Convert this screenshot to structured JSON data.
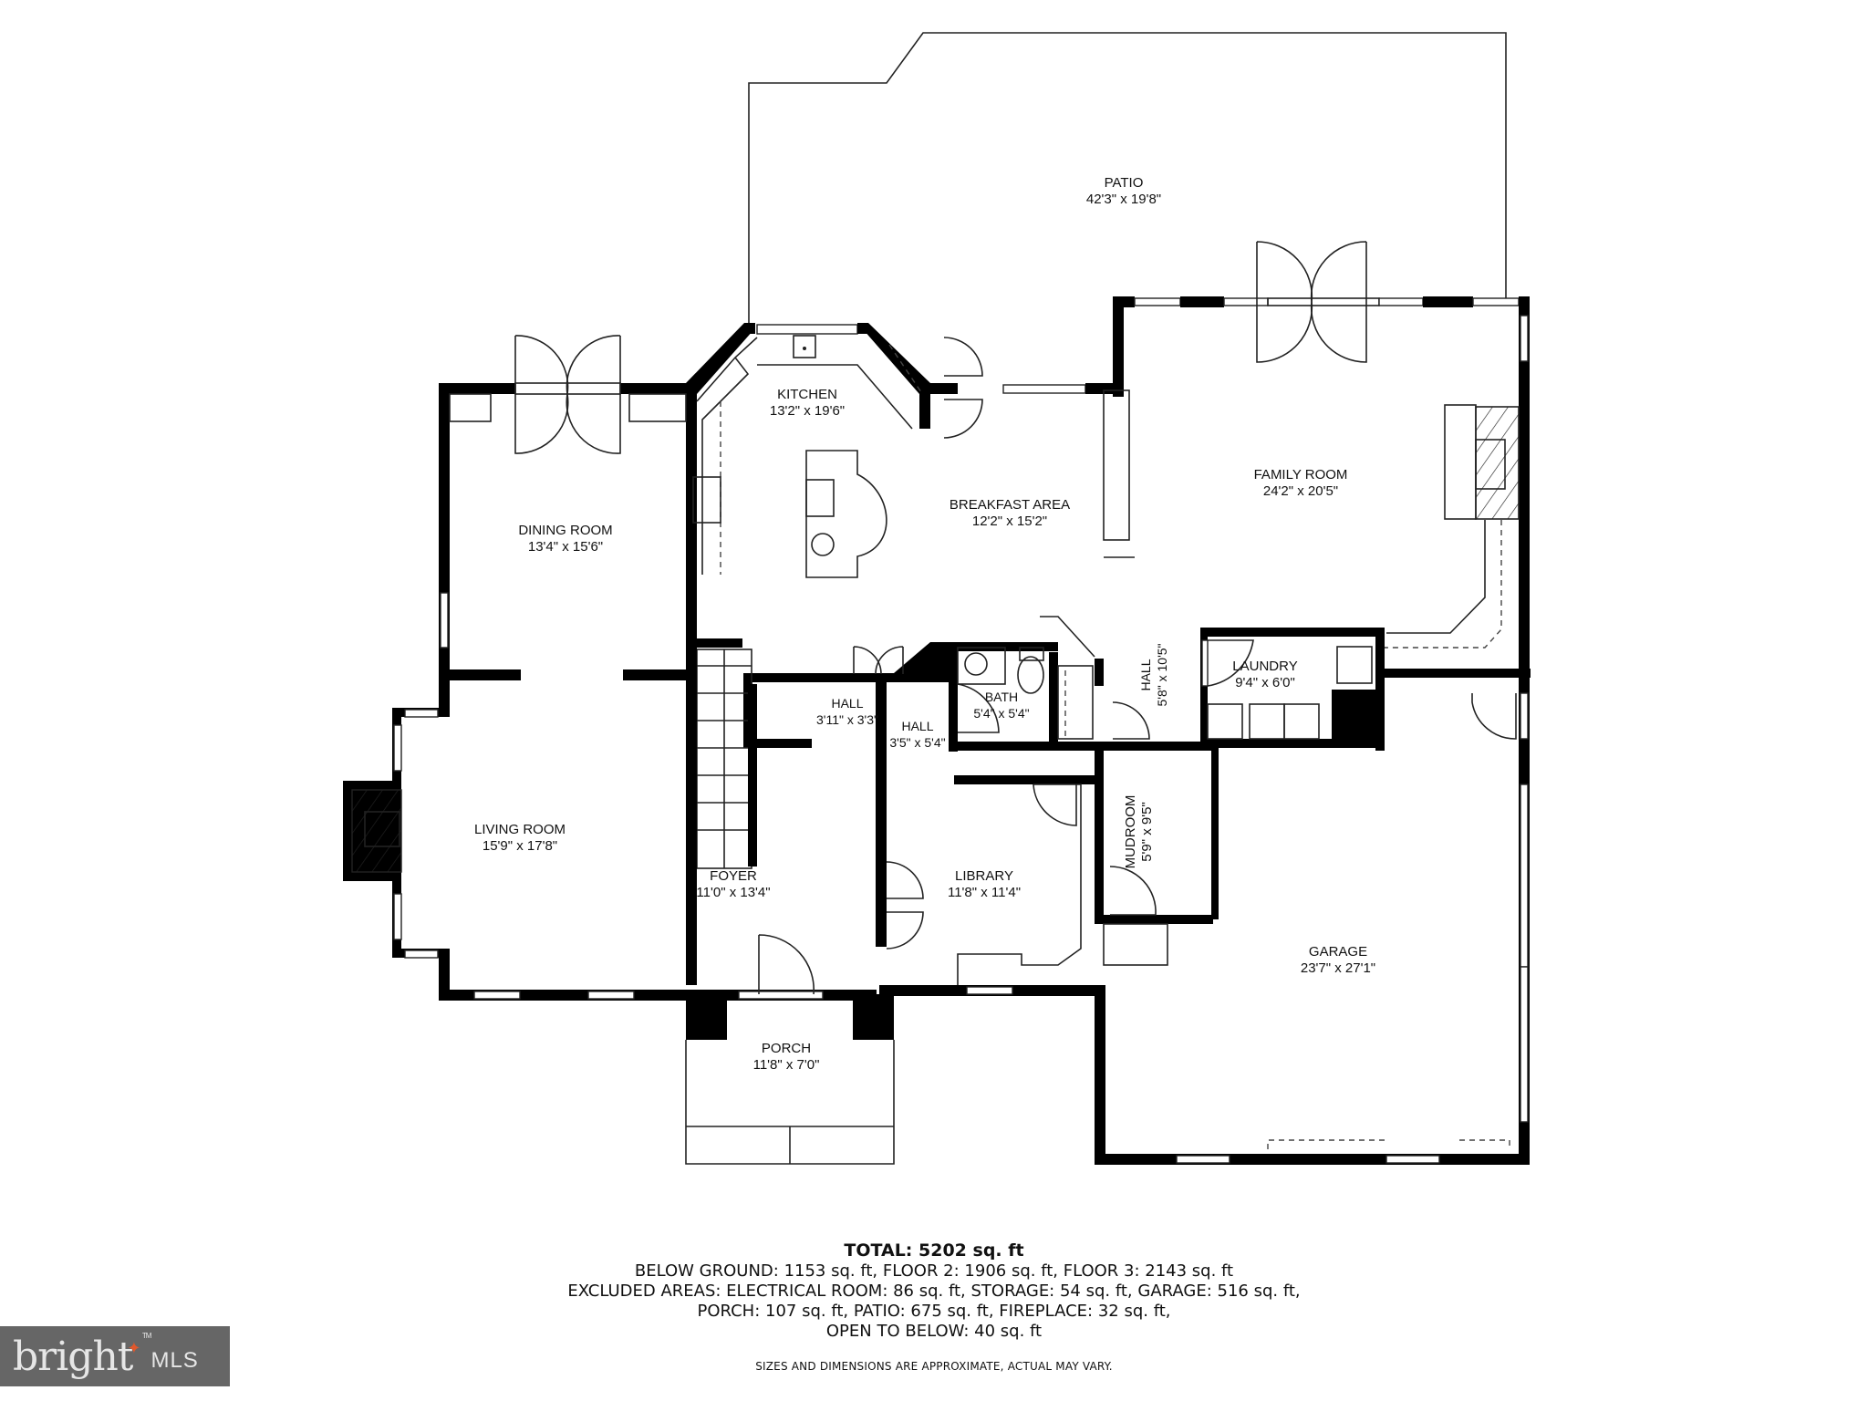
{
  "rooms": {
    "patio": {
      "name": "PATIO",
      "dim": "42'3\" x 19'8\""
    },
    "kitchen": {
      "name": "KITCHEN",
      "dim": "13'2\" x 19'6\""
    },
    "breakfast": {
      "name": "BREAKFAST AREA",
      "dim": "12'2\" x 15'2\""
    },
    "family": {
      "name": "FAMILY ROOM",
      "dim": "24'2\" x 20'5\""
    },
    "dining": {
      "name": "DINING ROOM",
      "dim": "13'4\" x 15'6\""
    },
    "laundry": {
      "name": "LAUNDRY",
      "dim": "9'4\" x 6'0\""
    },
    "hall1": {
      "name": "HALL",
      "dim": "3'11\" x 3'3\""
    },
    "hall2": {
      "name": "HALL",
      "dim": "3'5\" x 5'4\""
    },
    "bath": {
      "name": "BATH",
      "dim": "5'4\" x 5'4\""
    },
    "hall3": {
      "name": "HALL",
      "dim": "5'8\" x 10'5\""
    },
    "living": {
      "name": "LIVING ROOM",
      "dim": "15'9\" x 17'8\""
    },
    "foyer": {
      "name": "FOYER",
      "dim": "11'0\" x 13'4\""
    },
    "library": {
      "name": "LIBRARY",
      "dim": "11'8\" x 11'4\""
    },
    "mudroom": {
      "name": "MUDROOM",
      "dim": "5'9\" x 9'5\""
    },
    "garage": {
      "name": "GARAGE",
      "dim": "23'7\" x 27'1\""
    },
    "porch": {
      "name": "PORCH",
      "dim": "11'8\" x 7'0\""
    }
  },
  "summary": {
    "total": "TOTAL: 5202 sq. ft",
    "lines": [
      "BELOW GROUND: 1153 sq. ft, FLOOR 2: 1906 sq. ft, FLOOR 3: 2143 sq. ft",
      "EXCLUDED AREAS: ELECTRICAL ROOM: 86 sq. ft, STORAGE: 54 sq. ft, GARAGE: 516 sq. ft,",
      "PORCH: 107 sq. ft, PATIO: 675 sq. ft, FIREPLACE: 32 sq. ft,",
      "OPEN TO BELOW: 40 sq. ft"
    ],
    "disclaimer": "SIZES AND DIMENSIONS ARE APPROXIMATE, ACTUAL MAY VARY."
  },
  "logo": {
    "brand": "bright",
    "suffix": "MLS",
    "tm": "TM"
  },
  "colors": {
    "wall": "#000000",
    "logo_bg": "#666666",
    "logo_accent": "#e0582c"
  }
}
